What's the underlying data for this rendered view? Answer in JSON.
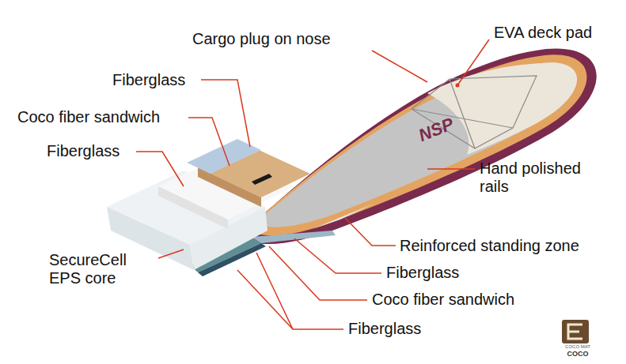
{
  "diagram": {
    "labels": [
      "Cargo plug on nose",
      "EVA deck pad",
      "Fiberglass",
      "Coco fiber sandwich",
      "Fiberglass",
      "Hand polished rails",
      "SecureCell EPS core",
      "Reinforced standing zone",
      "Fiberglass",
      "Coco fiber sandwich",
      "Fiberglass",
      "NSP",
      "COCO MAT",
      "COCO"
    ]
  }
}
